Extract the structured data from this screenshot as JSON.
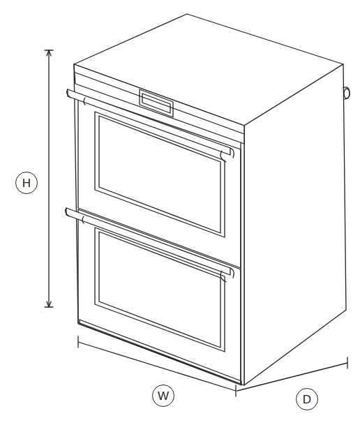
{
  "diagram": {
    "nodes": [
      {
        "text": [
          "H"
        ]
      },
      {
        "text": [
          "W"
        ]
      },
      {
        "text": [
          "D"
        ]
      }
    ]
  }
}
